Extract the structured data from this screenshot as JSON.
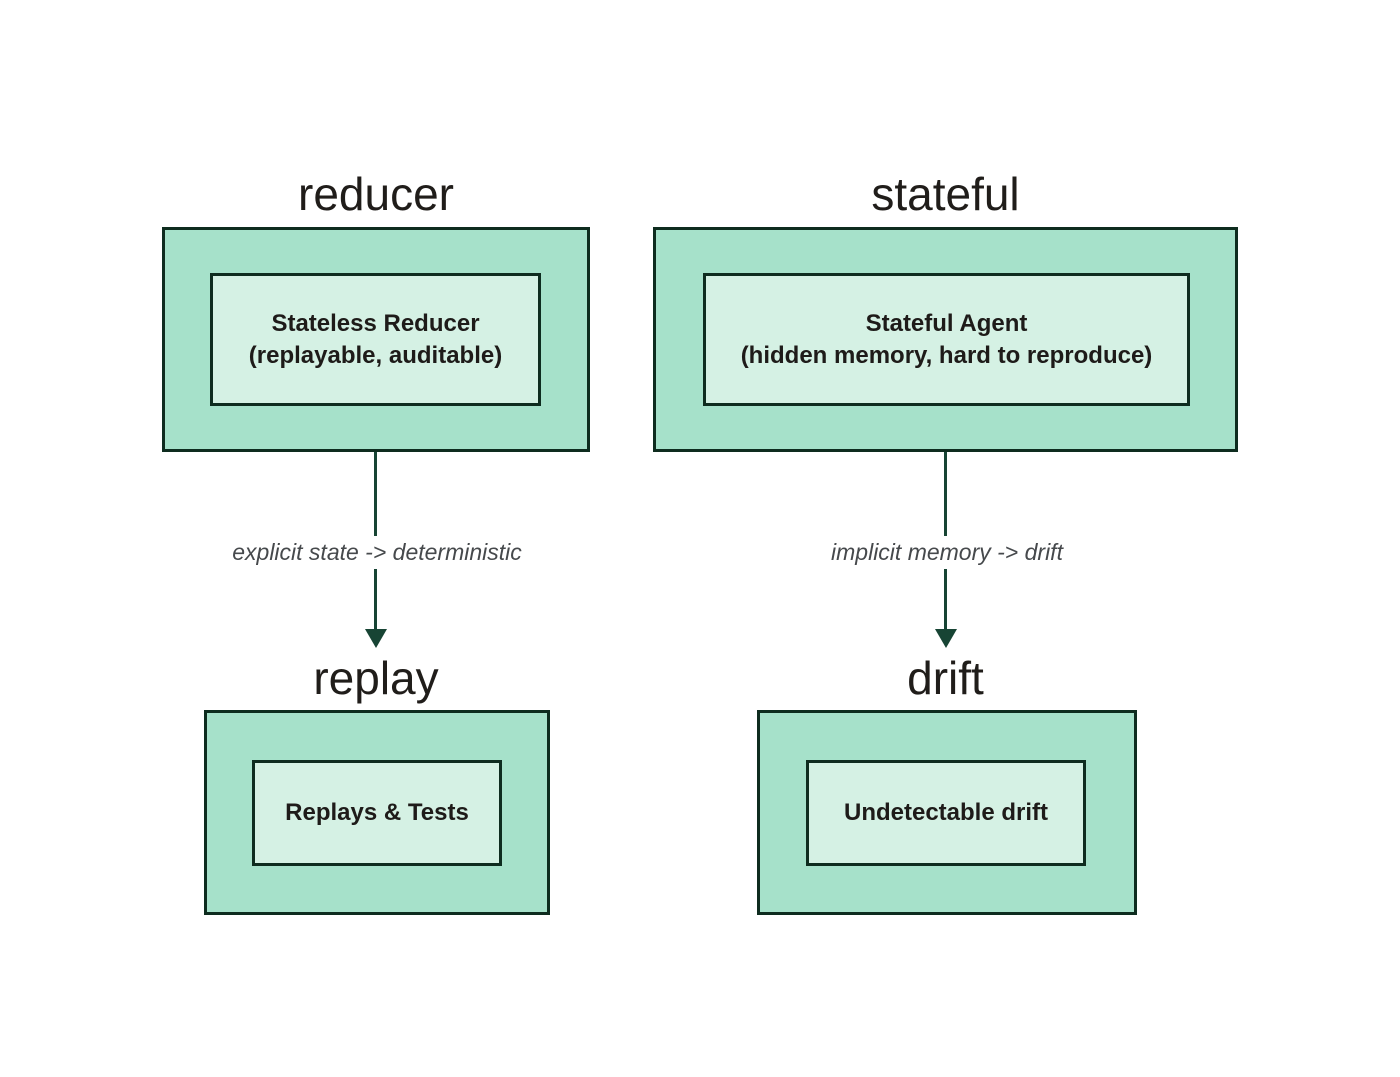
{
  "colors": {
    "canvas_bg": "#ffffff",
    "box_fill": "#a6e1ca",
    "inner_fill": "#d5f1e4",
    "box_border": "#0e2c1f",
    "arrow": "#174434",
    "heading_text": "#201d1a",
    "label_text": "#1e1b19",
    "arrow_label_text": "#46494c"
  },
  "columns": [
    {
      "id": "reducer",
      "heading": "reducer",
      "top_box": {
        "title": "Stateless Reducer",
        "subtitle": "(replayable, auditable)"
      },
      "arrow_label": "explicit state -> deterministic",
      "bottom_heading": "replay",
      "bottom_box": {
        "title": "Replays & Tests"
      }
    },
    {
      "id": "stateful",
      "heading": "stateful",
      "top_box": {
        "title": "Stateful Agent",
        "subtitle": "(hidden memory, hard to reproduce)"
      },
      "arrow_label": "implicit memory -> drift",
      "bottom_heading": "drift",
      "bottom_box": {
        "title": "Undetectable drift"
      }
    }
  ]
}
